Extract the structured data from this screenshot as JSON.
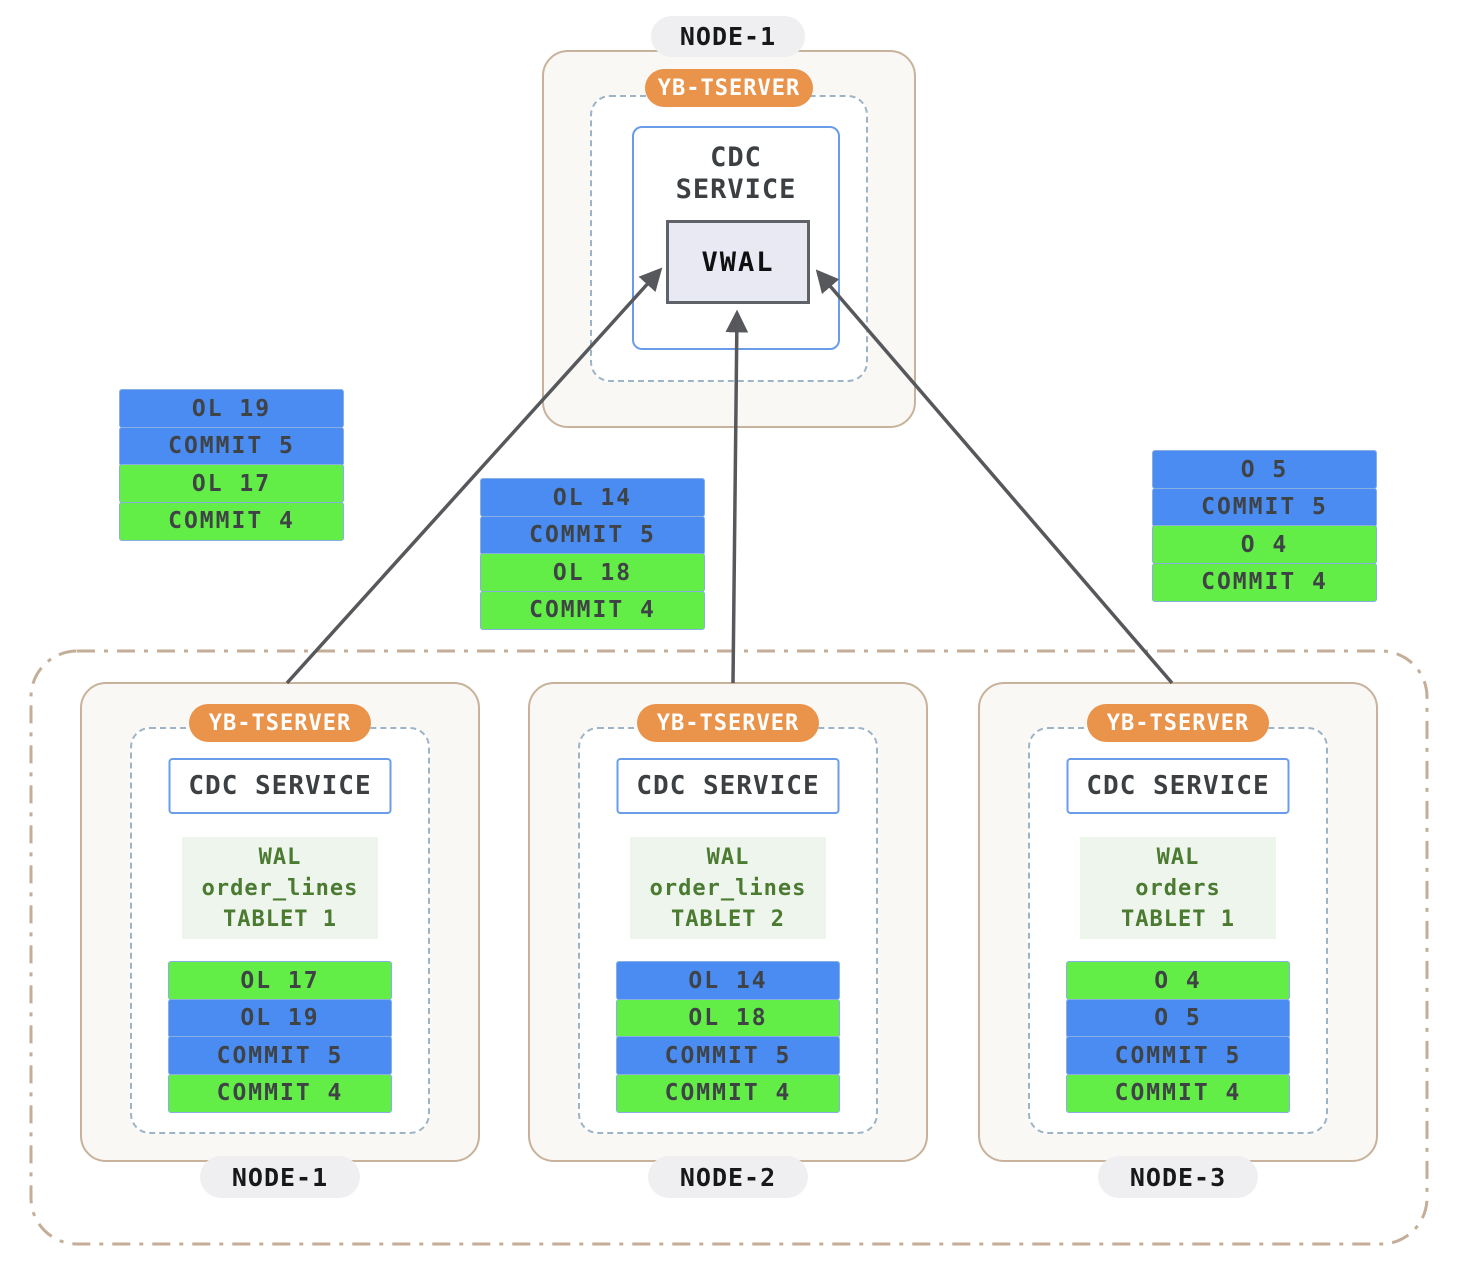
{
  "colors": {
    "blue": "#4A8CF2",
    "green": "#63EE47",
    "orange": "#E9934B",
    "node_border": "#C9B29B",
    "cluster_border": "#C4AE98",
    "dashed_border": "#9DB4C6",
    "cdc_border": "#6B9CEA",
    "arrow": "#56585B",
    "bar_border": "#88AEE2",
    "bar_text": "#3F4346",
    "wal_text": "#4B7A31",
    "wal_bg": "#EEF5EC",
    "vwal_bg": "#E9E9F3"
  },
  "top_node": {
    "label": "NODE-1",
    "badge": "YB-TSERVER",
    "cdc_line1": "CDC",
    "cdc_line2": "SERVICE",
    "vwal": "VWAL"
  },
  "floating_stacks": {
    "left": [
      {
        "label": "OL 19",
        "color": "blue"
      },
      {
        "label": "COMMIT 5",
        "color": "blue"
      },
      {
        "label": "OL 17",
        "color": "green"
      },
      {
        "label": "COMMIT 4",
        "color": "green"
      }
    ],
    "middle": [
      {
        "label": "OL 14",
        "color": "blue"
      },
      {
        "label": "COMMIT 5",
        "color": "blue"
      },
      {
        "label": "OL 18",
        "color": "green"
      },
      {
        "label": "COMMIT 4",
        "color": "green"
      }
    ],
    "right": [
      {
        "label": "O 5",
        "color": "blue"
      },
      {
        "label": "COMMIT 5",
        "color": "blue"
      },
      {
        "label": "O 4",
        "color": "green"
      },
      {
        "label": "COMMIT 4",
        "color": "green"
      }
    ]
  },
  "cluster": {
    "nodes": [
      {
        "label": "NODE-1",
        "badge": "YB-TSERVER",
        "cdc": "CDC SERVICE",
        "wal": [
          "WAL",
          "order_lines",
          "TABLET 1"
        ],
        "bars": [
          {
            "label": "OL 17",
            "color": "green"
          },
          {
            "label": "OL 19",
            "color": "blue"
          },
          {
            "label": "COMMIT 5",
            "color": "blue"
          },
          {
            "label": "COMMIT 4",
            "color": "green"
          }
        ]
      },
      {
        "label": "NODE-2",
        "badge": "YB-TSERVER",
        "cdc": "CDC SERVICE",
        "wal": [
          "WAL",
          "order_lines",
          "TABLET 2"
        ],
        "bars": [
          {
            "label": "OL 14",
            "color": "blue"
          },
          {
            "label": "OL 18",
            "color": "green"
          },
          {
            "label": "COMMIT 5",
            "color": "blue"
          },
          {
            "label": "COMMIT 4",
            "color": "green"
          }
        ]
      },
      {
        "label": "NODE-3",
        "badge": "YB-TSERVER",
        "cdc": "CDC SERVICE",
        "wal": [
          "WAL",
          "orders",
          "TABLET 1"
        ],
        "bars": [
          {
            "label": "O 4",
            "color": "green"
          },
          {
            "label": "O 5",
            "color": "blue"
          },
          {
            "label": "COMMIT 5",
            "color": "blue"
          },
          {
            "label": "COMMIT 4",
            "color": "green"
          }
        ]
      }
    ]
  }
}
